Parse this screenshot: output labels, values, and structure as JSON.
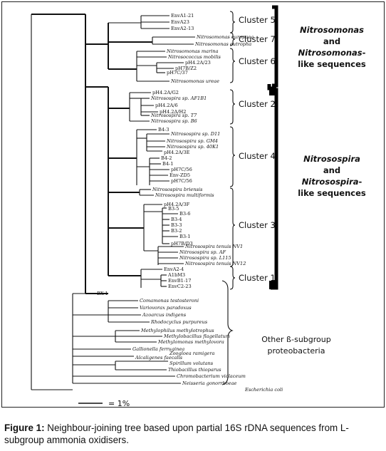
{
  "leaves": {
    "envA1_21": "EnvA1-21",
    "envA23": "EnvA23",
    "envA2_13": "EnvA2-13",
    "ns_europaea": "Nitrosomonas europaea",
    "ns_eutropha": "Nitrosomonas eutropha",
    "ns_marina": "Nitrosomonas marina",
    "nc_mobilis": "Nitrosococcus mobilis",
    "ph4_2a_23": "pH4.2A/23",
    "ph7b_z2": "pH7B/Z2",
    "ph7c_37": "pH7C/37",
    "ns_ureae": "Nitrosomonas ureae",
    "ph4_2a_g2": "pH4.2A/G2",
    "nsp_afb1": "Nitrosospira sp. AF1B1",
    "ph4_2a_6": "pH4.2A/6",
    "ph4_2a_h2": "pH4.2A/H2",
    "nsp_t7": "Nitrosospira sp. T7",
    "nsp_b6": "Nitrosospira sp. B6",
    "b4_3": "B4-3",
    "nsp_d11": "Nitrosospira sp. D11",
    "nsp_gm4": "Nitrosospira sp. GM4",
    "nsp_40k1": "Nitrosospira sp. 40K1",
    "ph4_2a_3e": "pH4.2A/3E",
    "b4_2": "B4-2",
    "b4_1": "B4-1",
    "ph7c_56a": "pH7C/56",
    "env_zd5": "Env-ZD5",
    "ph7c_56b": "pH7C/56",
    "nsp_briensis": "Nitrosospira briensis",
    "nsp_multiformis": "Nitrosospira multiformis",
    "ph4_2a_3f": "pH4.2A/3F",
    "b3_5": "B3-5",
    "b3_6": "B3-6",
    "b3_4": "B3-4",
    "b3_3": "B3-3",
    "b3_2": "B3-2",
    "b3_1": "B3-1",
    "ph7b_d3": "pH7B/D3",
    "nsp_tenuis_nv1": "Nitrosospira tenuis NV1",
    "nsp_af": "Nitrosospira sp. AF",
    "nsp_l115": "Nitrosospira sp. L115",
    "nsp_tenuis_nv12": "Nitrosospira tenuis NV12",
    "envA2_4": "EnvA2-4",
    "a1bm3": "A1bM3",
    "envB1_17": "EnvB1-17",
    "envC2_23": "EnvC2-23",
    "bx_1": "BX-1",
    "c_testosteroni": "Comamonas testosteroni",
    "v_paradoxus": "Variovorax paradoxus",
    "a_indigens": "Azoarcus indigens",
    "r_purpureus": "Rhodocyclus purpureus",
    "m_methylotrophus": "Methylophilus methylotrophus",
    "m_flagellatum": "Methylobacillus flagellatum",
    "m_methylovora": "Methylomonas methylovora",
    "g_ferruginea": "Gallionella ferruginea",
    "z_ramigera": "Zoogloea ramigera",
    "a_faecalis": "Alcaligenes faecalis",
    "s_volutans": "Spirillum volutans",
    "t_thioparus": "Thiobacillus thioparus",
    "c_violaceum": "Chromobacterium violaceum",
    "n_gonorrhoeae": "Neisseria gonorrhoeae",
    "e_coli": "Escherichia coli"
  },
  "clusters": {
    "c5": "Cluster 5",
    "c7": "Cluster 7",
    "c6": "Cluster 6",
    "c2": "Cluster 2",
    "c4": "Cluster 4",
    "c3": "Cluster 3",
    "c1": "Cluster 1"
  },
  "groups": {
    "nitrosomonas": {
      "line1": "Nitrosomonas",
      "line2": "and",
      "line3a": "Nitrosomonas",
      "line3b": "-",
      "line4": "like sequences"
    },
    "nitrosospira": {
      "line1": "Nitrosospira",
      "line2": "and",
      "line3a": "Nitrosospira",
      "line3b": "-",
      "line4": "like sequences"
    },
    "other": {
      "line1": "Other ß-subgroup",
      "line2": "proteobacteria"
    }
  },
  "scale_bar": {
    "label": "= 1%"
  },
  "caption": {
    "prefix": "Figure 1:",
    "text": " Neighbour-joining tree based upon partial 16S rDNA sequences from L-subgroup ammonia oxidisers."
  }
}
